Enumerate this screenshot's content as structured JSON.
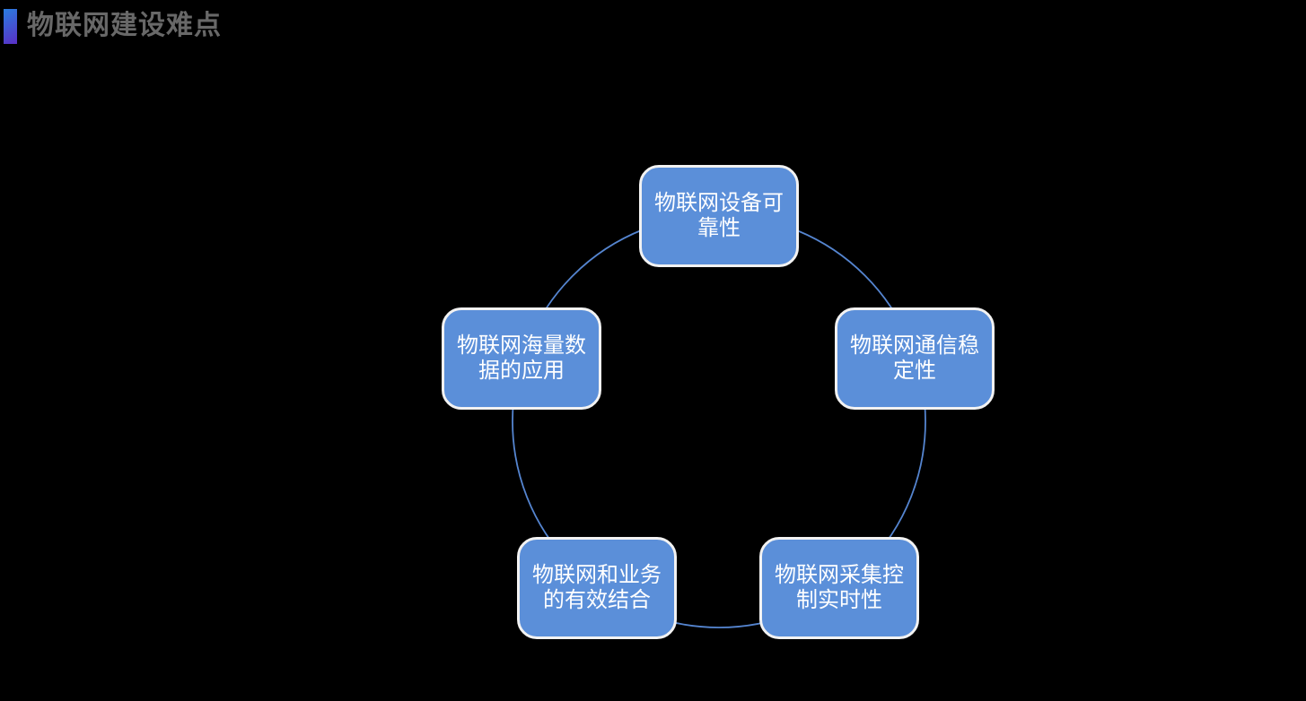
{
  "title": "物联网建设难点",
  "diagram": {
    "type": "cycle",
    "nodes": [
      {
        "position": "top",
        "label": "物联网设备可靠性"
      },
      {
        "position": "right",
        "label": "物联网通信稳定性"
      },
      {
        "position": "bottom-right",
        "label": "物联网采集控制实时性"
      },
      {
        "position": "bottom-left",
        "label": "物联网和业务的有效结合"
      },
      {
        "position": "left",
        "label": "物联网海量数据的应用"
      }
    ]
  },
  "colors": {
    "page_background": "#000000",
    "title_color": "#686868",
    "accent_from": "#2a7de0",
    "accent_to": "#5a2fc6",
    "node_fill": "#5b8fd9",
    "node_border": "#f2f2f2",
    "node_text": "#ffffff",
    "ring_color": "#5585d0"
  }
}
